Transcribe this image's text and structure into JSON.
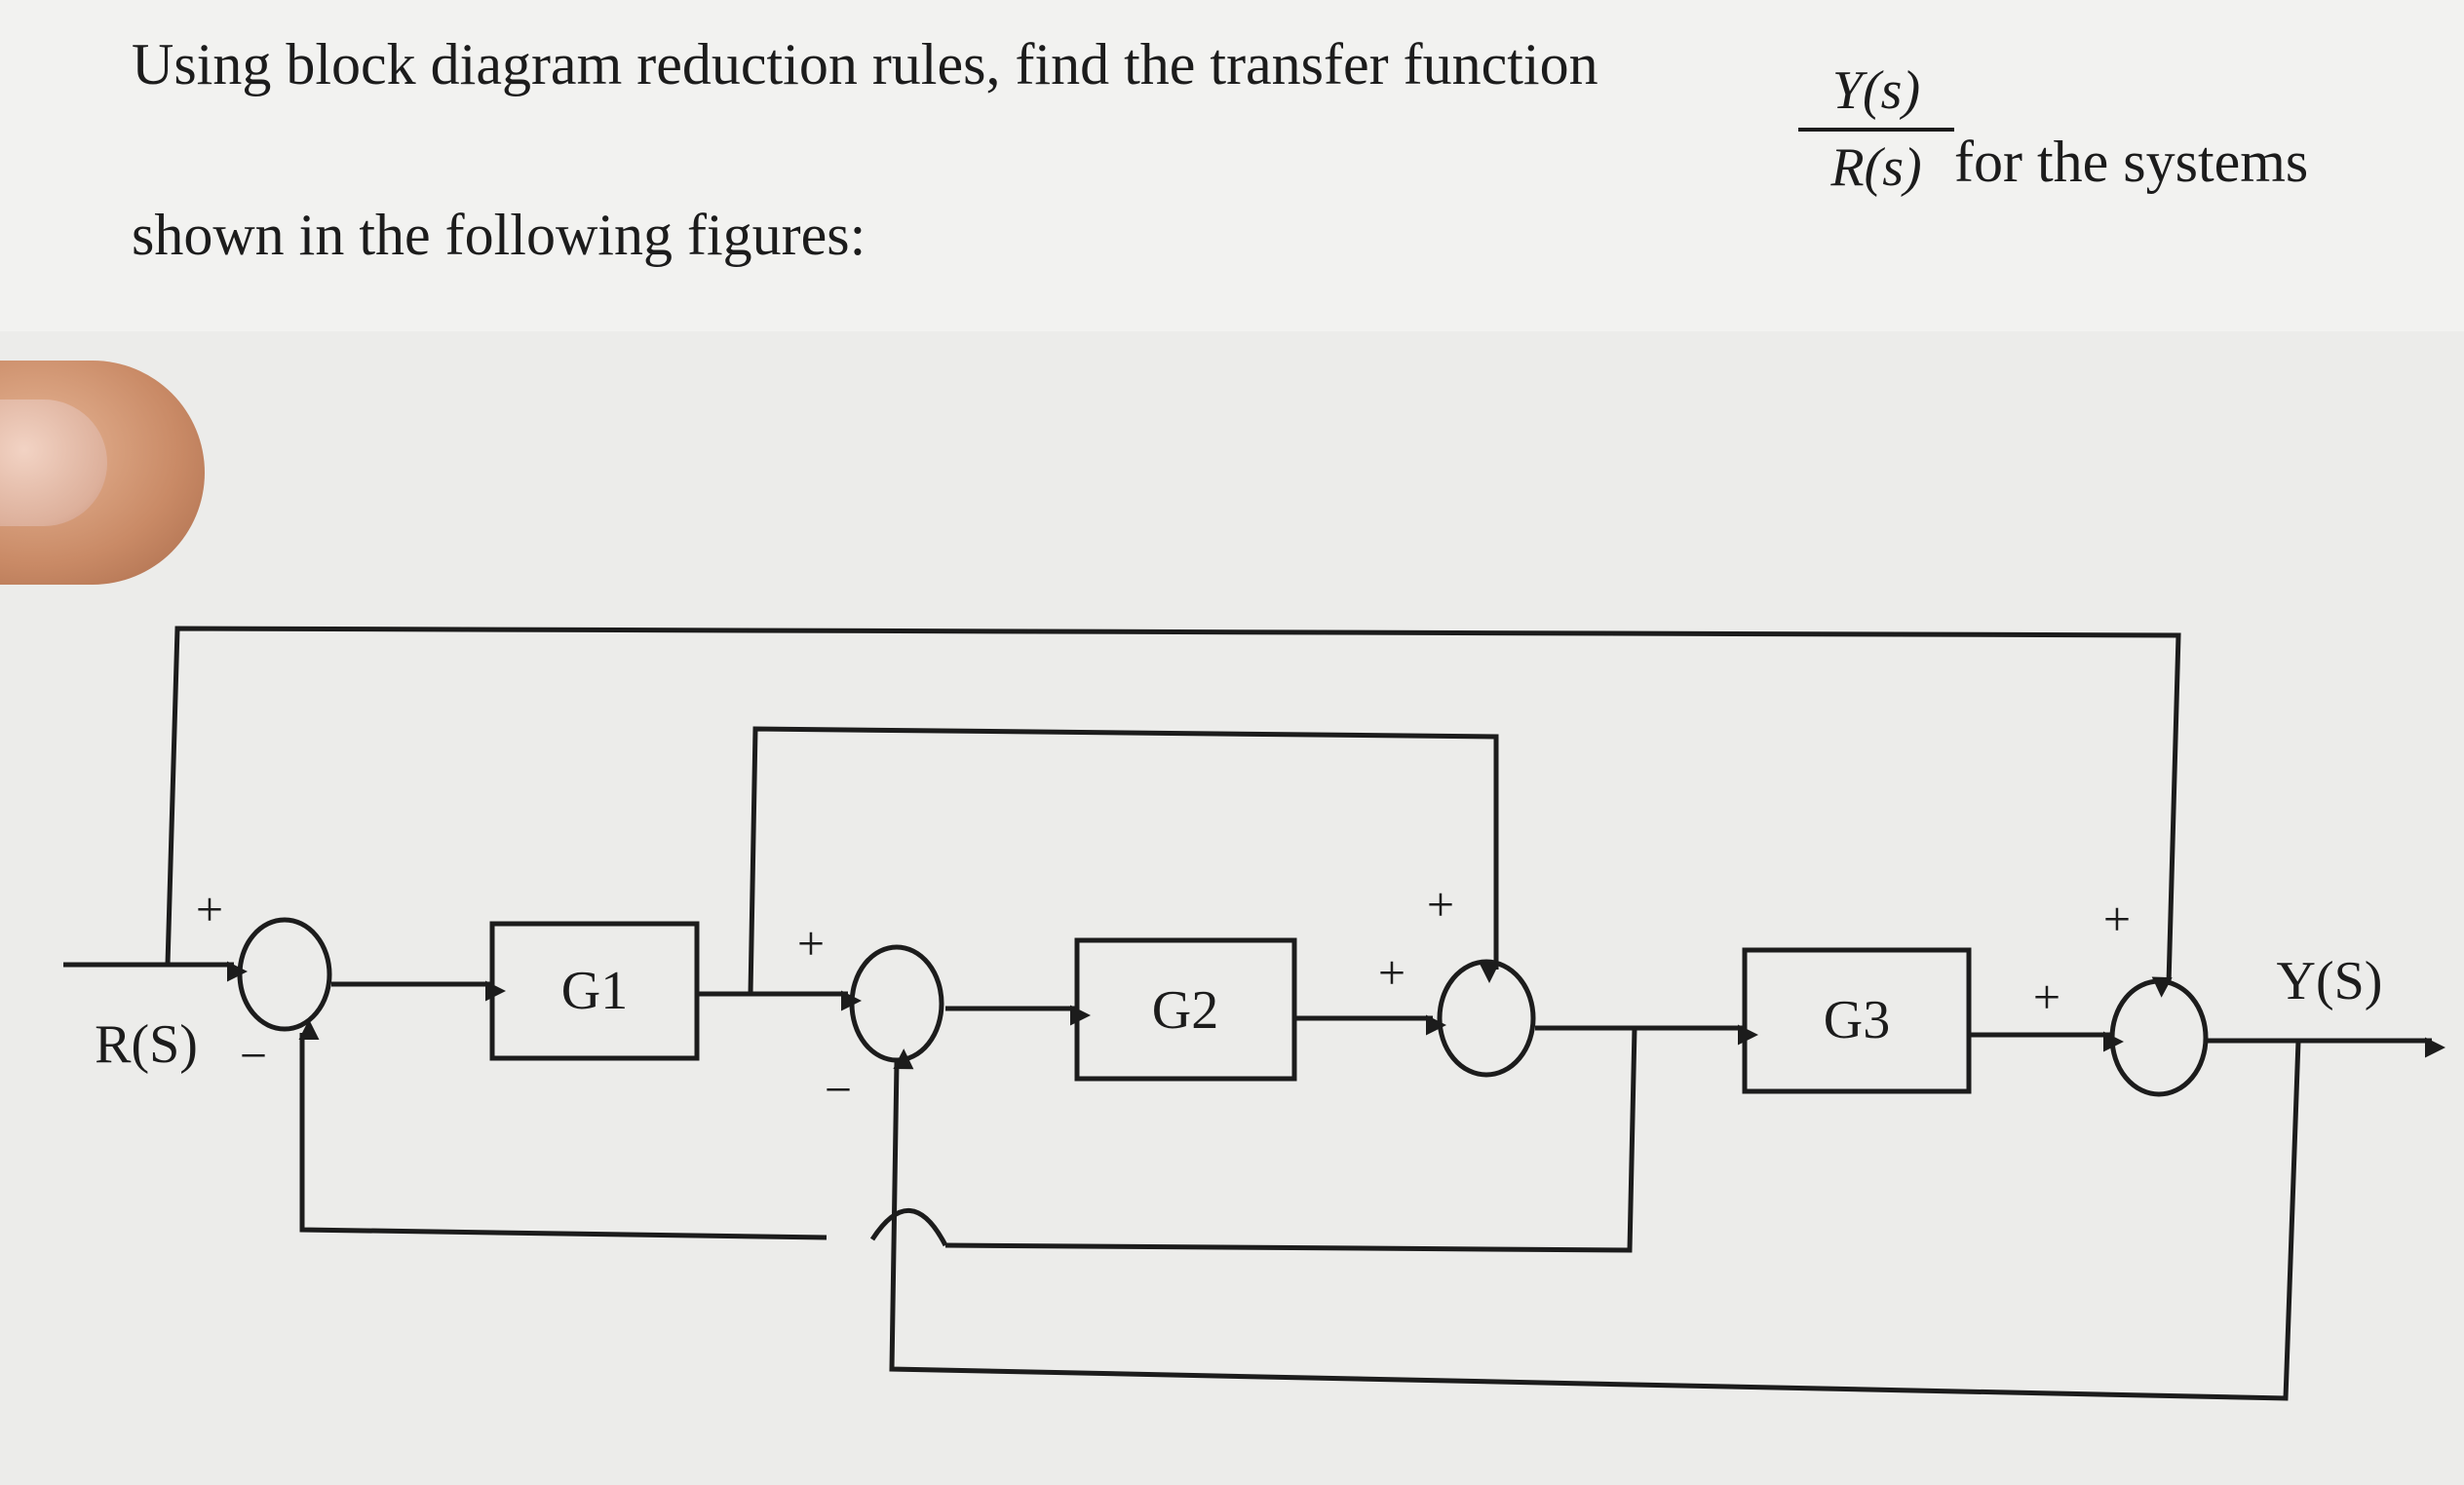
{
  "question": {
    "line1": "Using block diagram reduction rules, find the transfer function",
    "fraction_numerator": "Y(s)",
    "fraction_denominator": "R(s)",
    "tail": "for the systems",
    "line2": "shown in the following figures:"
  },
  "diagram": {
    "input_label": "R(S)",
    "output_label": "Y(S)",
    "blocks": [
      {
        "id": "g1",
        "label": "G1"
      },
      {
        "id": "g2",
        "label": "G2"
      },
      {
        "id": "g3",
        "label": "G3"
      }
    ],
    "signs": {
      "s1_top": "+",
      "s1_bottom": "−",
      "s2_left": "+",
      "s2_bottom": "−",
      "s3_top": "+",
      "s3_left": "+",
      "s4_top": "+",
      "s4_left": "+"
    }
  },
  "colors": {
    "ink": "#1c1c1c",
    "paper": "#f2f2f0"
  }
}
